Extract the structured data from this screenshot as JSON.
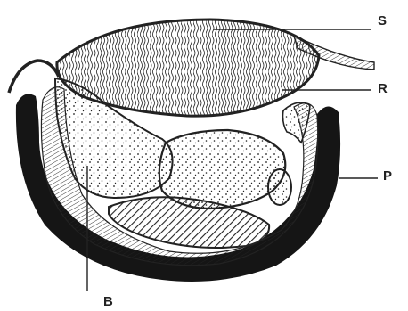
{
  "labels": {
    "s": "S",
    "r": "R",
    "p": "P",
    "b": "B"
  },
  "colors": {
    "ink": "#222222",
    "paper": "#ffffff",
    "shell": "#151515"
  }
}
